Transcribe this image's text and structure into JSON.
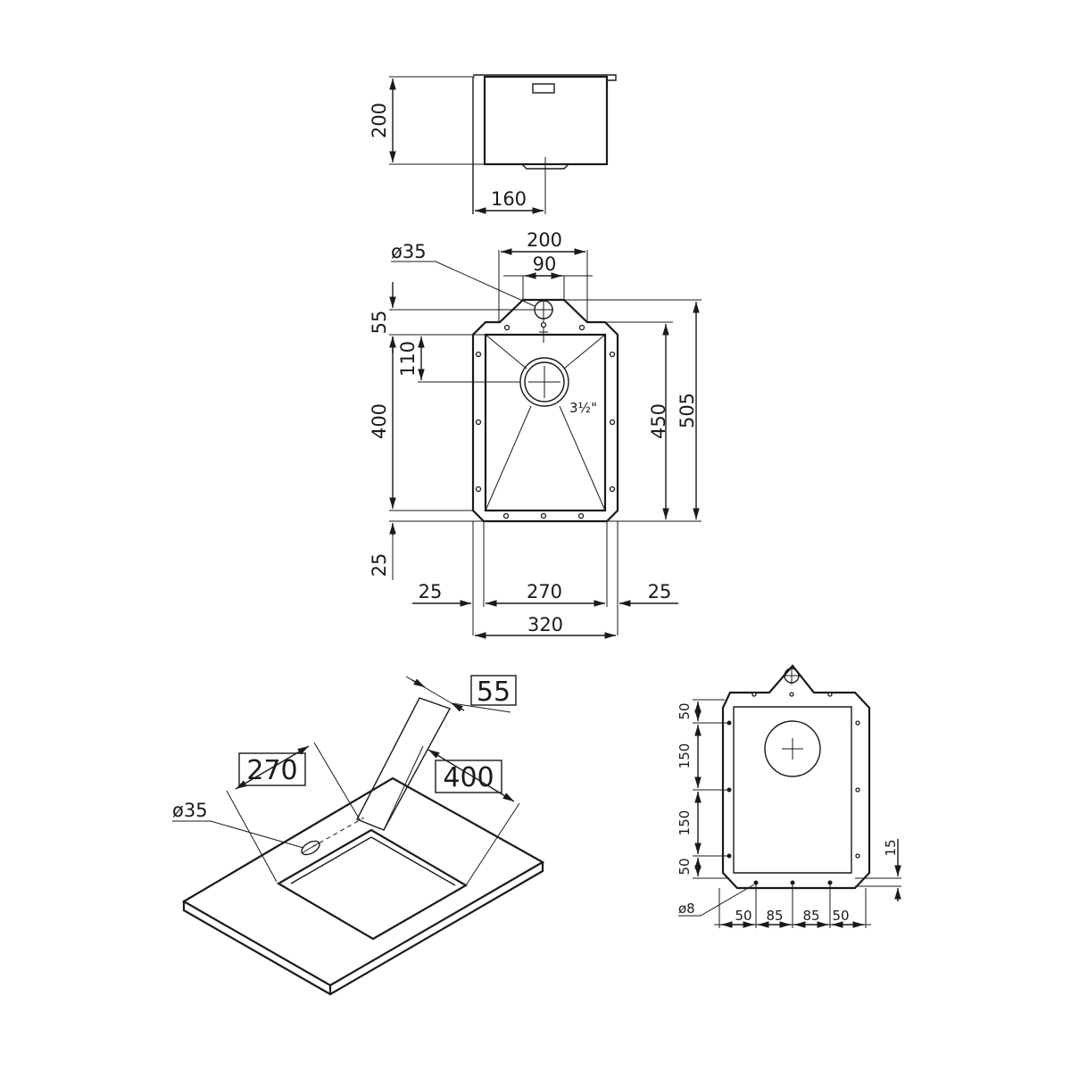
{
  "side_view": {
    "height": "200",
    "drain_offset": "160"
  },
  "top_view": {
    "width_top": "200",
    "tab_width": "90",
    "overflow_diameter": "ø35",
    "tab_depth": "55",
    "drain_offset": "110",
    "inner_length": "400",
    "outer_length": "450",
    "total_length": "505",
    "bottom_margin": "25",
    "left_margin": "25",
    "inner_width": "270",
    "right_margin": "25",
    "outer_width": "320",
    "drain_size": "3½\""
  },
  "iso_view": {
    "tab": "55",
    "width": "270",
    "length": "400",
    "overflow_diameter": "ø35"
  },
  "mount_view": {
    "spacing_1": "50",
    "spacing_2": "150",
    "spacing_3": "150",
    "spacing_4": "50",
    "edge_offset": "15",
    "hole_diameter": "ø8",
    "bottom_1": "50",
    "bottom_2": "85",
    "bottom_3": "85",
    "bottom_4": "50"
  }
}
